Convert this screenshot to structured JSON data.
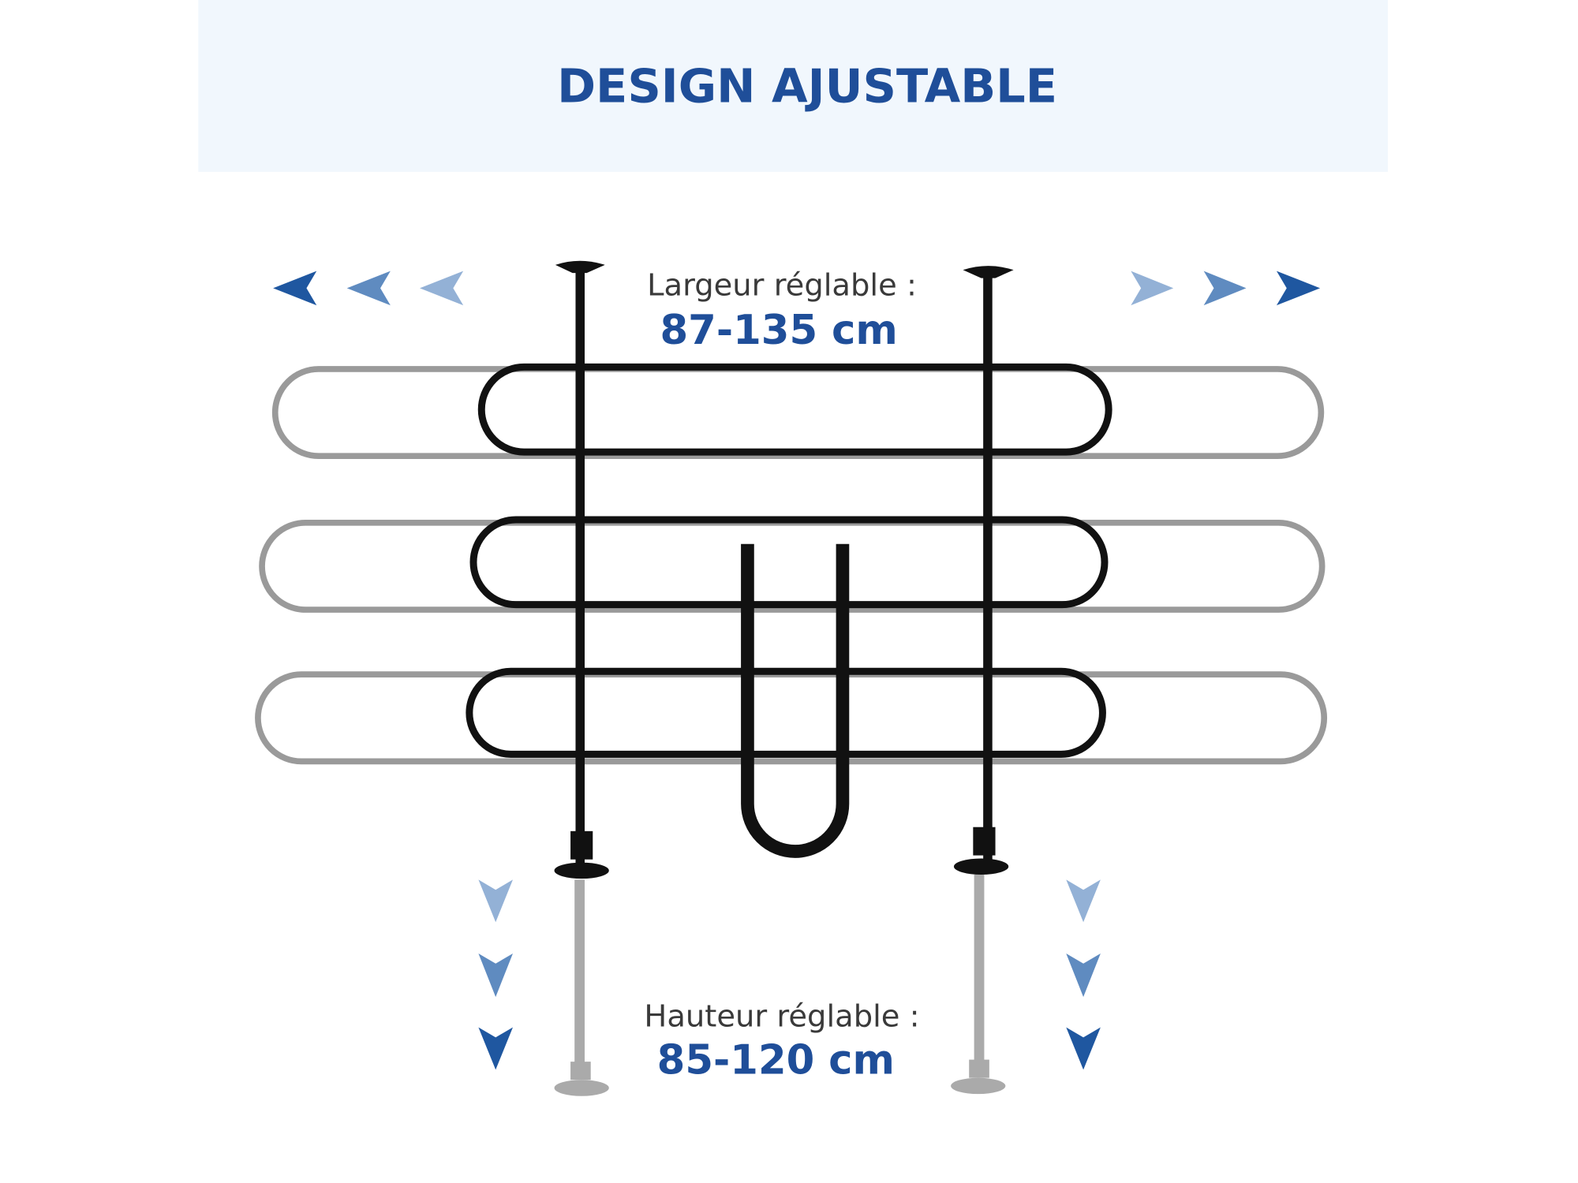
{
  "header": {
    "title": "DESIGN AJUSTABLE"
  },
  "width": {
    "label": "Largeur réglable :",
    "value": "87-135 cm"
  },
  "height": {
    "label": "Hauteur réglable :",
    "value": "85-120 cm"
  },
  "colors": {
    "accent": "#1f4e99",
    "arrow_dark": "#1f57a0",
    "arrow_mid": "#5f8bc0",
    "arrow_light": "#93b1d6",
    "header_bg": "#f1f7fd"
  }
}
